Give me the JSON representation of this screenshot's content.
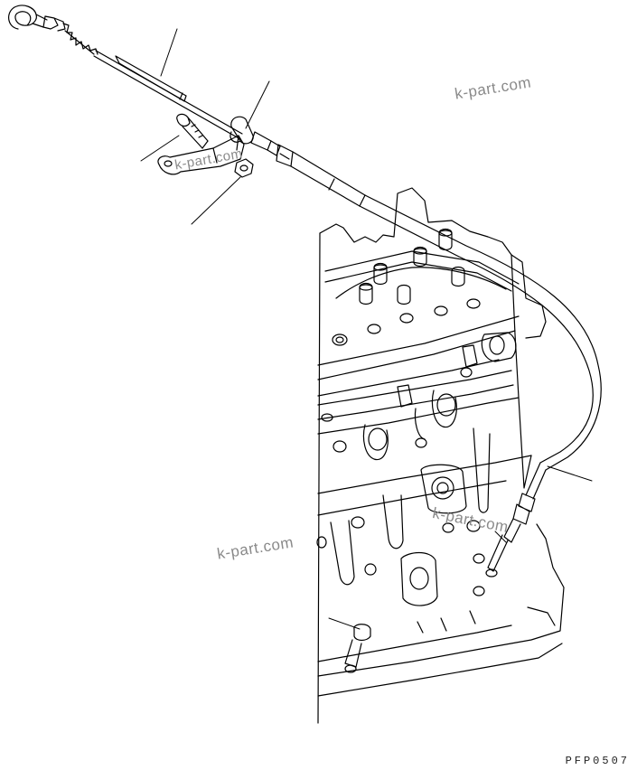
{
  "figure": {
    "watermarks": [
      "k-part.com",
      "k-part.com",
      "k-part.com",
      "k-part.com"
    ],
    "figure_code": "PFP0507"
  },
  "colors": {
    "line": "#000000",
    "watermark": "#8a8a8a",
    "background": "#ffffff"
  }
}
